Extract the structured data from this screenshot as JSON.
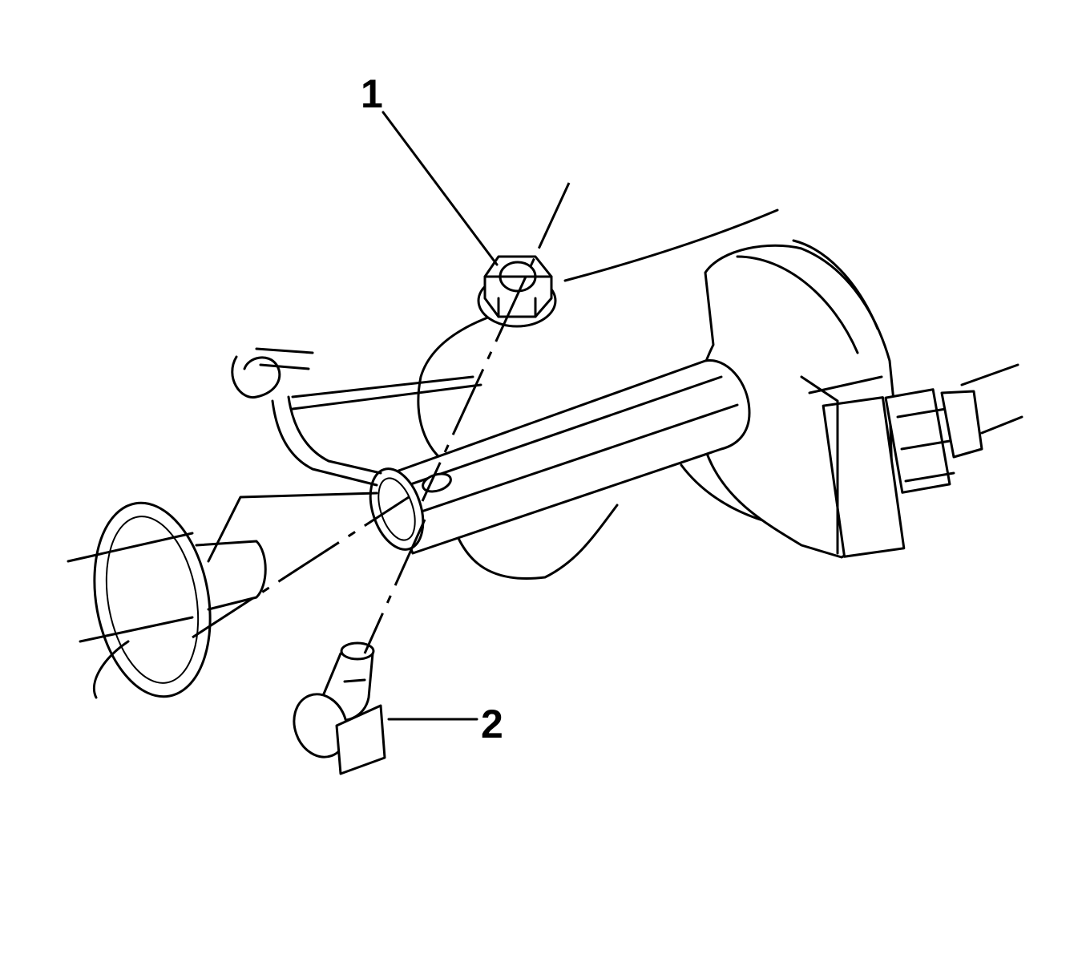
{
  "diagram": {
    "callouts": [
      {
        "id": "1",
        "label": "1",
        "part": "nut"
      },
      {
        "id": "2",
        "label": "2",
        "part": "bolt-with-clip"
      }
    ],
    "colors": {
      "line": "#000000",
      "background": "#ffffff"
    }
  }
}
